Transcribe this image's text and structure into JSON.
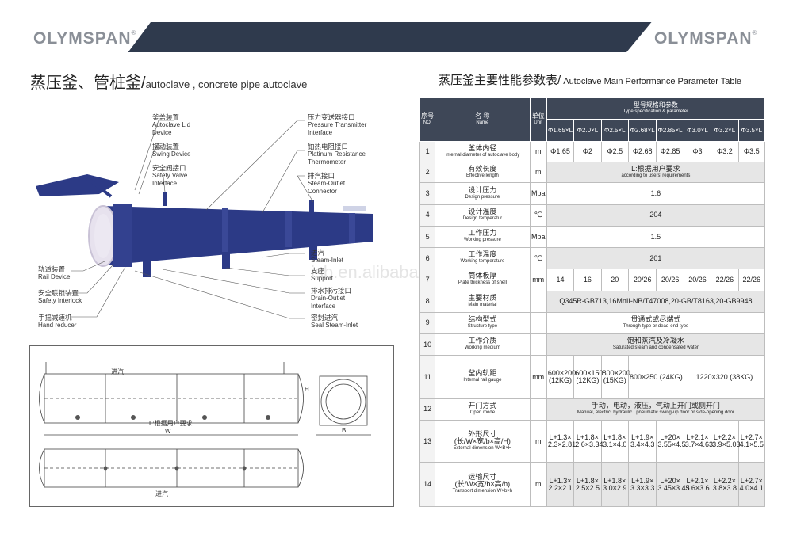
{
  "brand": "OLYMSPAN",
  "brand_mark": "®",
  "left_title_zh": "蒸压釜、管桩釜/",
  "left_title_en": "autoclave , concrete pipe autoclave",
  "right_title_zh": "蒸压釜主要性能参数表/",
  "right_title_en": " Autoclave Main Performance Parameter Table",
  "watermark": "isb.en.alibaba",
  "callouts": {
    "lid_zh": "釜盖装置",
    "lid_en1": "Autoclave Lid",
    "lid_en2": "Device",
    "swing_zh": "摆动装置",
    "swing_en": "Swing Device",
    "valve_zh": "安全阀接口",
    "valve_en1": "Safety Valve",
    "valve_en2": "Interface",
    "pt_zh": "压力变送器接口",
    "pt_en1": "Pressure Transmitter",
    "pt_en2": "Interface",
    "therm_zh": "铂热电阻接口",
    "therm_en1": "Platinum Resistance",
    "therm_en2": "Thermometer",
    "steamout_zh": "排汽接口",
    "steamout_en1": "Steam-Outlet",
    "steamout_en2": "Connector",
    "rail_zh": "轨道装置",
    "rail_en": "Rail Device",
    "interlock_zh": "安全联锁装置",
    "interlock_en": "Safety Interlock",
    "reducer_zh": "手摇减速机",
    "reducer_en": "Hand reducer",
    "steamin_zh": "进汽",
    "steamin_en": "Steam-Inlet",
    "support_zh": "支座",
    "support_en": "Support",
    "drain_zh": "排水排污接口",
    "drain_en1": "Drain-Outlet",
    "drain_en2": "Interface",
    "seal_zh": "密封进汽",
    "seal_en": "Seal Steam-Inlet"
  },
  "drawing_labels": {
    "steam_in": "进汽",
    "length_note": "L:根据用户要求",
    "w": "W",
    "h": "H",
    "b": "B"
  },
  "table": {
    "h_no_zh": "序号",
    "h_no_en": "NO.",
    "h_name_zh": "名 称",
    "h_name_en": "Name",
    "h_unit_zh": "单位",
    "h_unit_en": "Unit",
    "h_type_zh": "型号规格和参数",
    "h_type_en": "Type,specification & parameter",
    "models": [
      "Φ1.65×L",
      "Φ2.0×L",
      "Φ2.5×L",
      "Φ2.68×L",
      "Φ2.85×L",
      "Φ3.0×L",
      "Φ3.2×L",
      "Φ3.5×L"
    ],
    "rows": [
      {
        "no": "1",
        "zh": "釜体内径",
        "en": "Internal diameter of autoclave body",
        "unit": "m",
        "values": [
          "Φ1.65",
          "Φ2",
          "Φ2.5",
          "Φ2.68",
          "Φ2.85",
          "Φ3",
          "Φ3.2",
          "Φ3.5"
        ]
      },
      {
        "no": "2",
        "zh": "有效长度",
        "en": "Effective length",
        "unit": "m",
        "merge_zh": "L:根据用户要求",
        "merge_en": "according to users' requirements"
      },
      {
        "no": "3",
        "zh": "设计压力",
        "en": "Design pressure",
        "unit": "Mpa",
        "merge_zh": "1.6",
        "merge_en": ""
      },
      {
        "no": "4",
        "zh": "设计温度",
        "en": "Design temperatur",
        "unit": "℃",
        "merge_zh": "204",
        "merge_en": ""
      },
      {
        "no": "5",
        "zh": "工作压力",
        "en": "Working pressure",
        "unit": "Mpa",
        "merge_zh": "1.5",
        "merge_en": ""
      },
      {
        "no": "6",
        "zh": "工作温度",
        "en": "Working temperature",
        "unit": "℃",
        "merge_zh": "201",
        "merge_en": ""
      },
      {
        "no": "7",
        "zh": "筒体板厚",
        "en": "Plate thickness of shell",
        "unit": "mm",
        "values": [
          "14",
          "16",
          "20",
          "20/26",
          "20/26",
          "20/26",
          "22/26",
          "22/26"
        ]
      },
      {
        "no": "8",
        "zh": "主要材质",
        "en": "Main material",
        "unit": "",
        "merge_zh": "Q345R-GB713,16MnII-NB/T47008,20-GB/T8163,20-GB9948",
        "merge_en": ""
      },
      {
        "no": "9",
        "zh": "结构型式",
        "en": "Structure type",
        "unit": "",
        "merge_zh": "贯通式或尽端式",
        "merge_en": "Through-type or dead-end type"
      },
      {
        "no": "10",
        "zh": "工作介质",
        "en": "Working medium",
        "unit": "",
        "merge_zh": "饱和蒸汽及冷凝水",
        "merge_en": "Saturated steam and condensated water"
      },
      {
        "no": "11",
        "zh": "釜内轨距",
        "en": "Internal rail gauge",
        "unit": "mm",
        "rail": [
          "600×200\n(12KG)",
          "600×150\n(12KG)",
          "800×200\n(15KG)",
          "800×250 (24KG)",
          "1220×320 (38KG)"
        ]
      },
      {
        "no": "12",
        "zh": "开门方式",
        "en": "Open mode",
        "unit": "",
        "merge_zh": "手动，电动，液压，气动上开门或侧开门",
        "merge_en": "Manual, electric, hydraulic , pneumatic swing-up door or side-opening door"
      },
      {
        "no": "13",
        "zh": "外形尺寸",
        "zh2": "(长/W×宽/b×高/H)",
        "en": "External dimension W×B×H",
        "unit": "m",
        "values": [
          "L+1.3×\n2.3×2.81",
          "L+1.8×\n2.6×3.34",
          "L+1.8×\n3.1×4.0",
          "L+1.9×\n3.4×4.3",
          "L+20×\n3.55×4.5",
          "L+2.1×\n3.7×4.63",
          "L+2.2×\n3.9×5.03",
          "L+2.7×\n4.1×5.5"
        ]
      },
      {
        "no": "14",
        "zh": "运输尺寸",
        "zh2": "(长/W×宽/b×高/h)",
        "en": "Transport dimension W×b×h",
        "unit": "m",
        "values": [
          "L+1.3×\n2.2×2.1",
          "L+1.8×\n2.5×2.5",
          "L+1.8×\n3.0×2.9",
          "L+1.9×\n3.3×3.3",
          "L+20×\n3.45×3.45",
          "L+2.1×\n3.6×3.6",
          "L+2.2×\n3.8×3.8",
          "L+2.7×\n4.0×4.1"
        ]
      }
    ]
  }
}
